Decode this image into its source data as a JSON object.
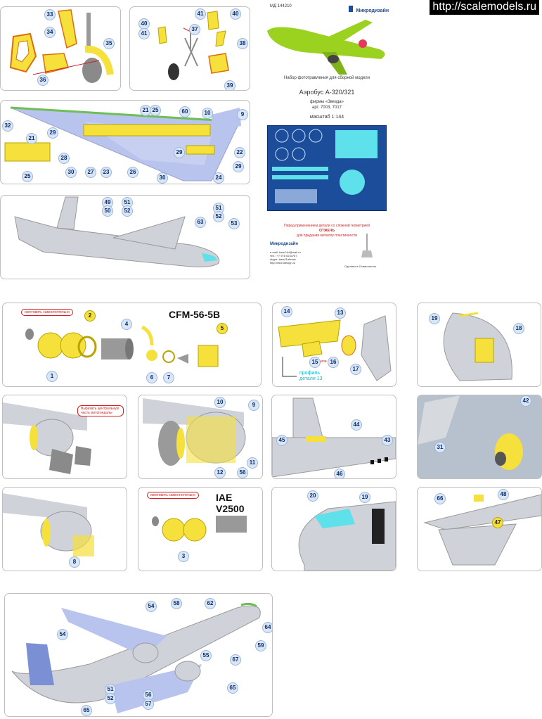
{
  "watermark": "http://scalemodels.ru",
  "header": {
    "code": "МД 144210",
    "brand": "Микродизайн",
    "subtitle": "Набор фототравления для сборной модели",
    "aircraft": "Аэробус А-320/321",
    "maker": "фирмы «Звезда»",
    "articles": "арт. 7003, 7017",
    "scale": "масштаб 1:144"
  },
  "warning": {
    "line1": "Перед применением детали со сложной геометрией",
    "line2": "ОТЖЕЧЬ",
    "line3": "для придания металлу пластичности"
  },
  "contacts": {
    "brand": "Микродизайн",
    "email": "e-mail: bars74d@mail.ru",
    "phone": "тел.: +7 978 0233767",
    "skype": "skype: bars21ahmax",
    "web": "http://microdesign.ru",
    "made": "Сделано в Севастополе"
  },
  "engines": {
    "cfm": "CFM-56-5B",
    "iae": "IAE V2500",
    "make_yourself": "изготовить самостоятельно",
    "cut_note": "Вырезать центральную часть мотогондолы",
    "profile_label": "профиль детали 13",
    "or_label": "или"
  },
  "callouts": {
    "p1": [
      "33",
      "34",
      "35",
      "36"
    ],
    "p2": [
      "40",
      "41",
      "41",
      "37",
      "40",
      "38",
      "39"
    ],
    "p3": [
      "32",
      "21",
      "21",
      "25",
      "60",
      "10",
      "9",
      "29",
      "29",
      "22",
      "28",
      "30",
      "27",
      "23",
      "26",
      "30",
      "24",
      "29",
      "25"
    ],
    "p4": [
      "49",
      "50",
      "51",
      "52",
      "51",
      "52",
      "63",
      "53"
    ],
    "p5": [
      "2",
      "4",
      "5",
      "6",
      "7",
      "1"
    ],
    "p6": [
      "14",
      "13",
      "15",
      "16",
      "17"
    ],
    "p7": [
      "19",
      "18"
    ],
    "p9": [
      "10",
      "9",
      "11",
      "12",
      "56"
    ],
    "p10": [
      "44",
      "45",
      "43",
      "46"
    ],
    "p11": [
      "42",
      "31"
    ],
    "p12": [
      "8"
    ],
    "p13": [
      "3"
    ],
    "p14": [
      "20",
      "19"
    ],
    "p15": [
      "48",
      "66",
      "47"
    ],
    "p16": [
      "54",
      "58",
      "62",
      "64",
      "54",
      "59",
      "55",
      "67",
      "51",
      "52",
      "56",
      "57",
      "65",
      "65"
    ]
  },
  "colors": {
    "fuselage": "#cfd2d8",
    "part_yellow": "#f5e03c",
    "glass": "#5ee1ea",
    "s7_green": "#9bd11f",
    "fret_blue": "#1c4d9a",
    "callout_fill": "#d8e6f7"
  }
}
